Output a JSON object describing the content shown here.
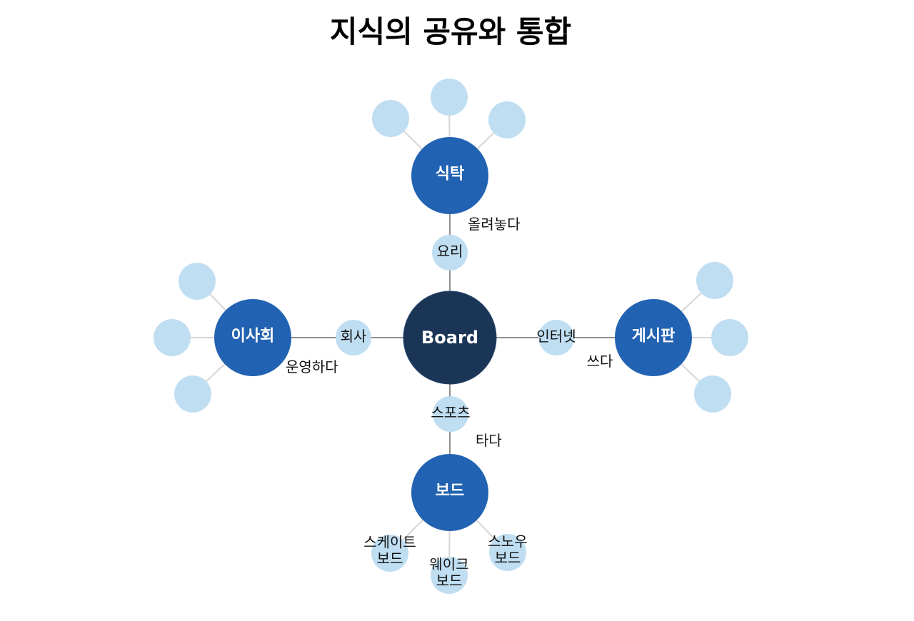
{
  "title": "지식의 공유와 통합",
  "colors": {
    "center": "#1b3557",
    "hub": "#2262b2",
    "leaf": "#c0def2",
    "edge": "#8f8f8f",
    "leaf_edge": "#d6d6d6"
  },
  "center": {
    "label": "Board"
  },
  "branches": [
    {
      "hub": "식탁",
      "connector": "요리",
      "relation": "올려놓다",
      "leaves": [
        "",
        "",
        ""
      ]
    },
    {
      "hub": "게시판",
      "connector": "인터넷",
      "relation": "쓰다",
      "leaves": [
        "",
        "",
        ""
      ]
    },
    {
      "hub": "보드",
      "connector": "스포츠",
      "relation": "타다",
      "leaves": [
        "스케이트\n보드",
        "웨이크\n보드",
        "스노우\n보드"
      ]
    },
    {
      "hub": "이사회",
      "connector": "회사",
      "relation": "운영하다",
      "leaves": [
        "",
        "",
        ""
      ]
    }
  ]
}
